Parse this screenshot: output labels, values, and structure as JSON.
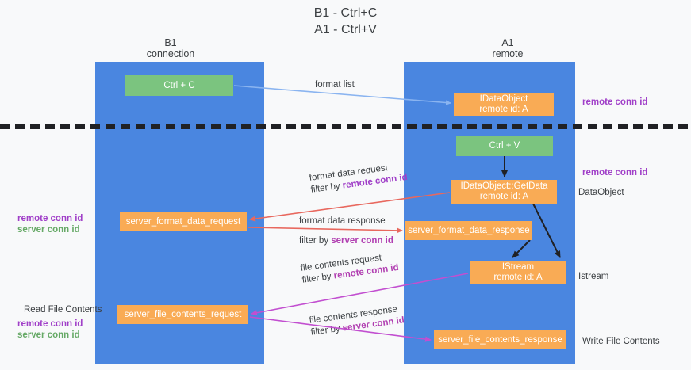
{
  "title": "B1 - Ctrl+C\nA1 - Ctrl+V",
  "columns": {
    "left": "B1\nconnection",
    "right": "A1\nremote"
  },
  "nodes": {
    "ctrl_c": {
      "line1": "Ctrl + C",
      "color": "#7bc47f"
    },
    "idataobject": {
      "line1": "IDataObject",
      "line2": "remote id: A",
      "color": "#f9ab55"
    },
    "ctrl_v": {
      "line1": "Ctrl + V",
      "color": "#7bc47f"
    },
    "getdata": {
      "line1": "IDataObject::GetData",
      "line2": "remote id: A",
      "color": "#f9ab55"
    },
    "server_format_data_request": {
      "line1": "server_format_data_request",
      "color": "#f9ab55"
    },
    "server_format_data_response": {
      "line1": "server_format_data_response",
      "color": "#f9ab55"
    },
    "istream": {
      "line1": "IStream",
      "line2": "remote id: A",
      "color": "#f9ab55"
    },
    "server_file_contents_request": {
      "line1": "server_file_contents_request",
      "color": "#f9ab55"
    },
    "server_file_contents_response": {
      "line1": "server_file_contents_response",
      "color": "#f9ab55"
    }
  },
  "flows": {
    "format_list": {
      "line1": "format list"
    },
    "format_data_request": {
      "line1": "format data request",
      "line2_prefix": "filter by ",
      "line2_highlight": "remote conn id"
    },
    "format_data_response": {
      "line1": "format data response",
      "line2_prefix": "filter by ",
      "line2_highlight": "server conn id"
    },
    "file_contents_request": {
      "line1": "file contents request",
      "line2_prefix": "filter by ",
      "line2_highlight": "remote conn id"
    },
    "file_contents_response": {
      "line1": "file contents response",
      "line2_prefix": "filter by ",
      "line2_highlight": "server conn id"
    }
  },
  "annotations": {
    "remote_conn_id_top": "remote conn id",
    "remote_conn_id_mid": "remote conn id",
    "dataobject": "DataObject",
    "istream": "Istream",
    "write_file_contents": "Write File Contents",
    "read_file_contents": "Read File Contents",
    "left_ids_upper": {
      "remote": "remote conn id",
      "server": "server conn id"
    },
    "left_ids_lower": {
      "remote": "remote conn id",
      "server": "server conn id"
    }
  },
  "colors": {
    "lane": "#4a86e0",
    "green_node": "#7bc47f",
    "orange_node": "#f9ab55",
    "purple_text": "#a03fc8",
    "green_text": "#66a966",
    "red_arrow": "#e8685e",
    "magenta_arrow": "#c24fd0",
    "blue_arrow": "#8ab4f0",
    "dark_arrow": "#202124",
    "background": "#f8f9fa"
  }
}
